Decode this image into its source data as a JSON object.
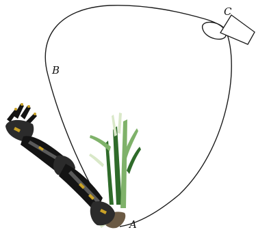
{
  "labels": {
    "a": "A",
    "b": "B",
    "c": "C"
  },
  "colors": {
    "curve": "#1a1a1a",
    "arm_dark": "#141414",
    "arm_mid": "#2b2b2b",
    "arm_highlight": "#5a5a5a",
    "arm_accent": "#c9a227",
    "stem_dark": "#2f6b2a",
    "stem_light": "#7fb26a",
    "stem_pale": "#d9e8c8",
    "roots": "#6b5a44"
  },
  "icons": {
    "arm": "robotic-arm-icon",
    "plant": "plant-stem-icon",
    "end_point": "triangle-marker-icon"
  }
}
